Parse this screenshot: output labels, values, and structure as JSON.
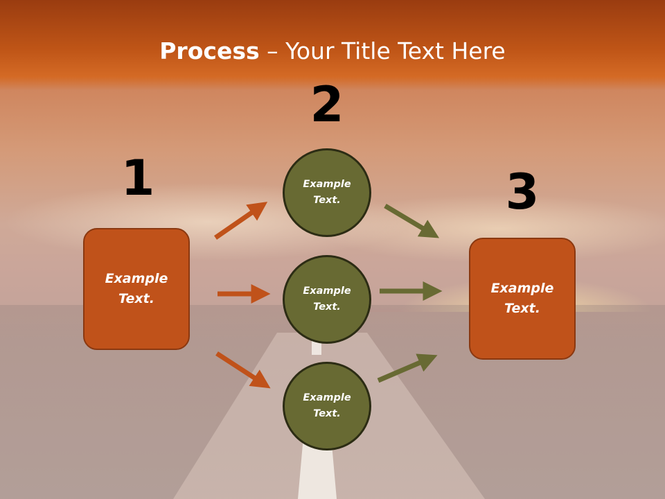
{
  "title": {
    "bold": "Process",
    "rest": " – Your Title Text Here"
  },
  "steps": {
    "one": {
      "number": "1",
      "text": "Example\nText."
    },
    "two": {
      "number": "2"
    },
    "three": {
      "number": "3",
      "text": "Example\nText."
    }
  },
  "circles": [
    {
      "text": "Example\nText."
    },
    {
      "text": "Example\nText."
    },
    {
      "text": "Example\nText."
    }
  ],
  "colors": {
    "header": "#bf5517",
    "box": "#c0521a",
    "circle": "#686a33",
    "arrow_left": "#c0521a",
    "arrow_right": "#686a33"
  }
}
